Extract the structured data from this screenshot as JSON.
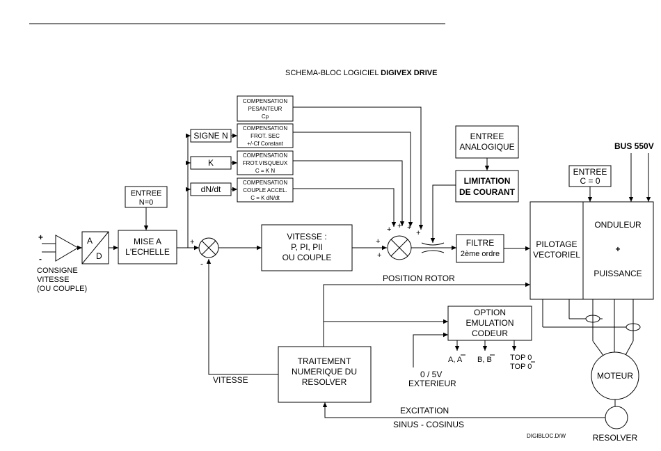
{
  "title": {
    "prefix": "SCHEMA-BLOC LOGICIEL ",
    "bold": "DIGIVEX DRIVE"
  },
  "blocks": {
    "input_sign_plus": "+",
    "input_sign_minus": "-",
    "adc_a": "A",
    "adc_d": "D",
    "consigne": [
      "CONSIGNE",
      "VITESSE",
      "(OU COUPLE)"
    ],
    "entree_n0": [
      "ENTREE",
      "N=0"
    ],
    "mise_echelle": [
      "MISE A",
      "L'ECHELLE"
    ],
    "signe_n": "SIGNE N",
    "k": "K",
    "dndt": "dN/dt",
    "comp_pesanteur": [
      "COMPENSATION",
      "PESANTEUR",
      "Cp"
    ],
    "comp_frot_sec": [
      "COMPENSATION",
      "FROT. SEC",
      "+/-Cf Constant"
    ],
    "comp_frot_visq": [
      "COMPENSATION",
      "FROT.VISQUEUX",
      "C = K N"
    ],
    "comp_couple_accel": [
      "COMPENSATION",
      "COUPLE ACCEL.",
      "C = K dN/dt"
    ],
    "vitesse_reg": [
      "VITESSE :",
      "P, PI, PII",
      "OU COUPLE"
    ],
    "entree_analogique": [
      "ENTREE",
      "ANALOGIQUE"
    ],
    "limitation_courant": [
      "LIMITATION",
      "DE COURANT"
    ],
    "filtre": [
      "FILTRE",
      "2ème ordre"
    ],
    "pilotage": [
      "PILOTAGE",
      "VECTORIEL"
    ],
    "entree_c0": [
      "ENTREE",
      "C = 0"
    ],
    "bus": "BUS 550V",
    "onduleur": [
      "ONDULEUR",
      "+",
      "PUISSANCE"
    ],
    "position_rotor": "POSITION  ROTOR",
    "option_emulation": [
      "OPTION",
      "EMULATION",
      "CODEUR"
    ],
    "traitement": [
      "TRAITEMENT",
      "NUMERIQUE DU",
      "RESOLVER"
    ],
    "vitesse_fb": "VITESSE",
    "exterieur": [
      "0 / 5V",
      "EXTERIEUR"
    ],
    "outputs": {
      "aa": "A, A",
      "bb": "B, B",
      "top0": "TOP 0",
      "top0bar": "TOP 0"
    },
    "moteur": "MOTEUR",
    "excitation": "EXCITATION",
    "sinus_cosinus": "SINUS - COSINUS",
    "resolver": "RESOLVER",
    "footer": "DIGIBLOC.D/W"
  },
  "summer1_signs": {
    "plus": "+",
    "minus": "-"
  },
  "summer2_signs": [
    "+",
    "+",
    "+",
    "+",
    "+",
    "+"
  ]
}
